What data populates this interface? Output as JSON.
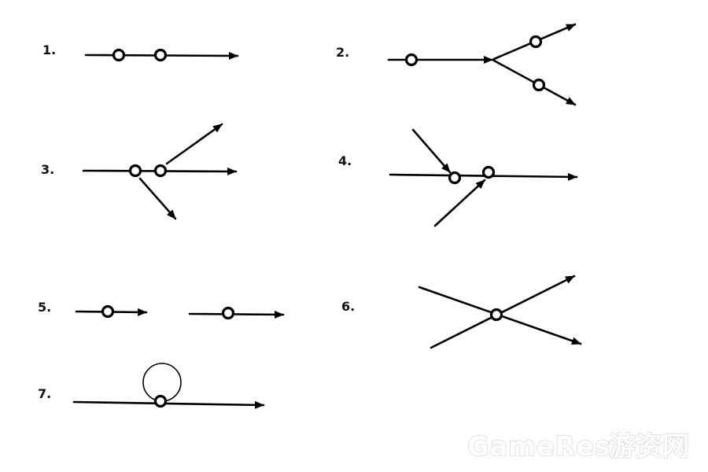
{
  "diagrams": [
    {
      "id": "1",
      "label": "1."
    },
    {
      "id": "2",
      "label": "2."
    },
    {
      "id": "3",
      "label": "3."
    },
    {
      "id": "4",
      "label": "4."
    },
    {
      "id": "5",
      "label": "5."
    },
    {
      "id": "6",
      "label": "6."
    },
    {
      "id": "7",
      "label": "7."
    }
  ],
  "watermark": {
    "text": "GameRes",
    "text_cn": "游资网"
  },
  "colors": {
    "stroke": "#000000",
    "node_fill": "#ffffff",
    "background": "#ffffff"
  }
}
